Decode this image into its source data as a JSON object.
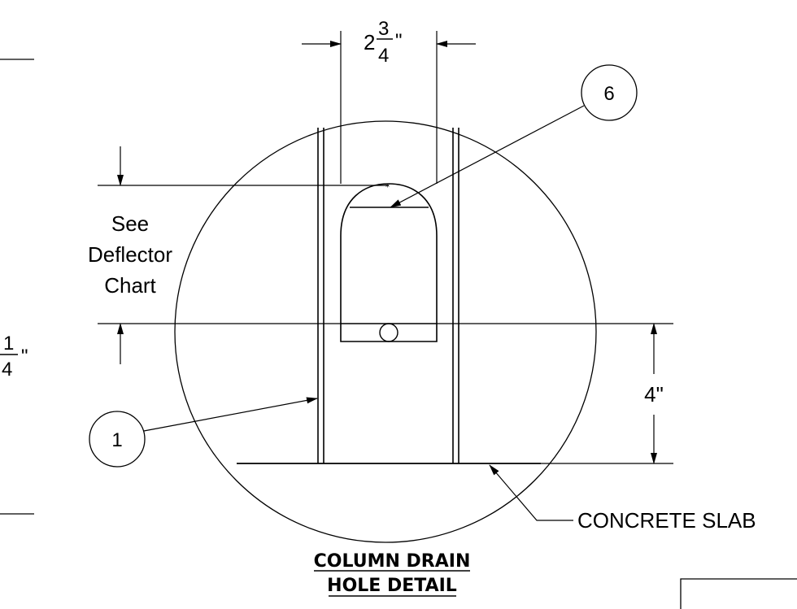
{
  "dimensions": {
    "width_whole": "2",
    "width_num": "3",
    "width_den": "4",
    "width_unit": "\"",
    "height_label": "4\"",
    "left_partial_num": "1",
    "left_partial_den": "4",
    "left_partial_unit": "\""
  },
  "balloons": {
    "column": "1",
    "deflector": "6"
  },
  "notes": {
    "see_line1": "See",
    "see_line2": "Deflector",
    "see_line3": "Chart",
    "slab": "CONCRETE SLAB"
  },
  "title": {
    "line1": "COLUMN DRAIN",
    "line2": "HOLE DETAIL"
  }
}
